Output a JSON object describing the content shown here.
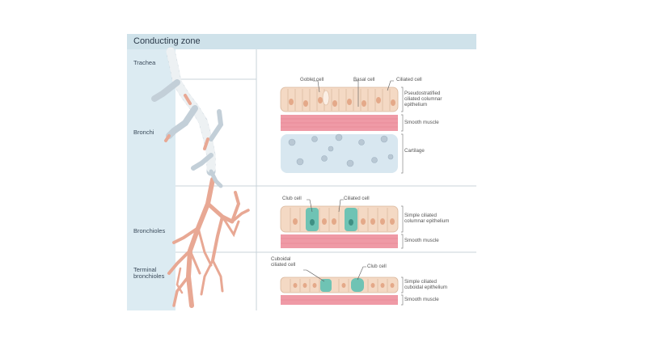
{
  "title": "Conducting zone",
  "zones": {
    "trachea": "Trachea",
    "bronchi": "Bronchi",
    "bronchioles": "Bronchioles",
    "terminal": "Terminal bronchioles"
  },
  "bronchi_panel": {
    "goblet_cell": "Goblet cell",
    "basal_cell": "Basal cell",
    "ciliated_cell": "Ciliated cell",
    "epithelium": "Pseudostratified ciliated columnar epithelium",
    "smooth_muscle": "Smooth muscle",
    "cartilage": "Cartilage"
  },
  "bronchioles_panel": {
    "club_cell": "Club cell",
    "ciliated_cell": "Ciliated cell",
    "epithelium": "Simple ciliated columnar epithelium",
    "smooth_muscle": "Smooth muscle"
  },
  "terminal_panel": {
    "cuboidal_cell": "Cuboidal ciliated cell",
    "club_cell": "Club cell",
    "epithelium": "Simple ciliated cuboidal epithelium",
    "smooth_muscle": "Smooth muscle"
  },
  "colors": {
    "header": "#cfe2ea",
    "sidebar": "#dcebf2",
    "epithelium": "#f4d9c4",
    "muscle": "#ef9aa6",
    "cartilage": "#d8e7f0",
    "club_cell": "#6fc3b4",
    "airway": "#e8a894"
  }
}
